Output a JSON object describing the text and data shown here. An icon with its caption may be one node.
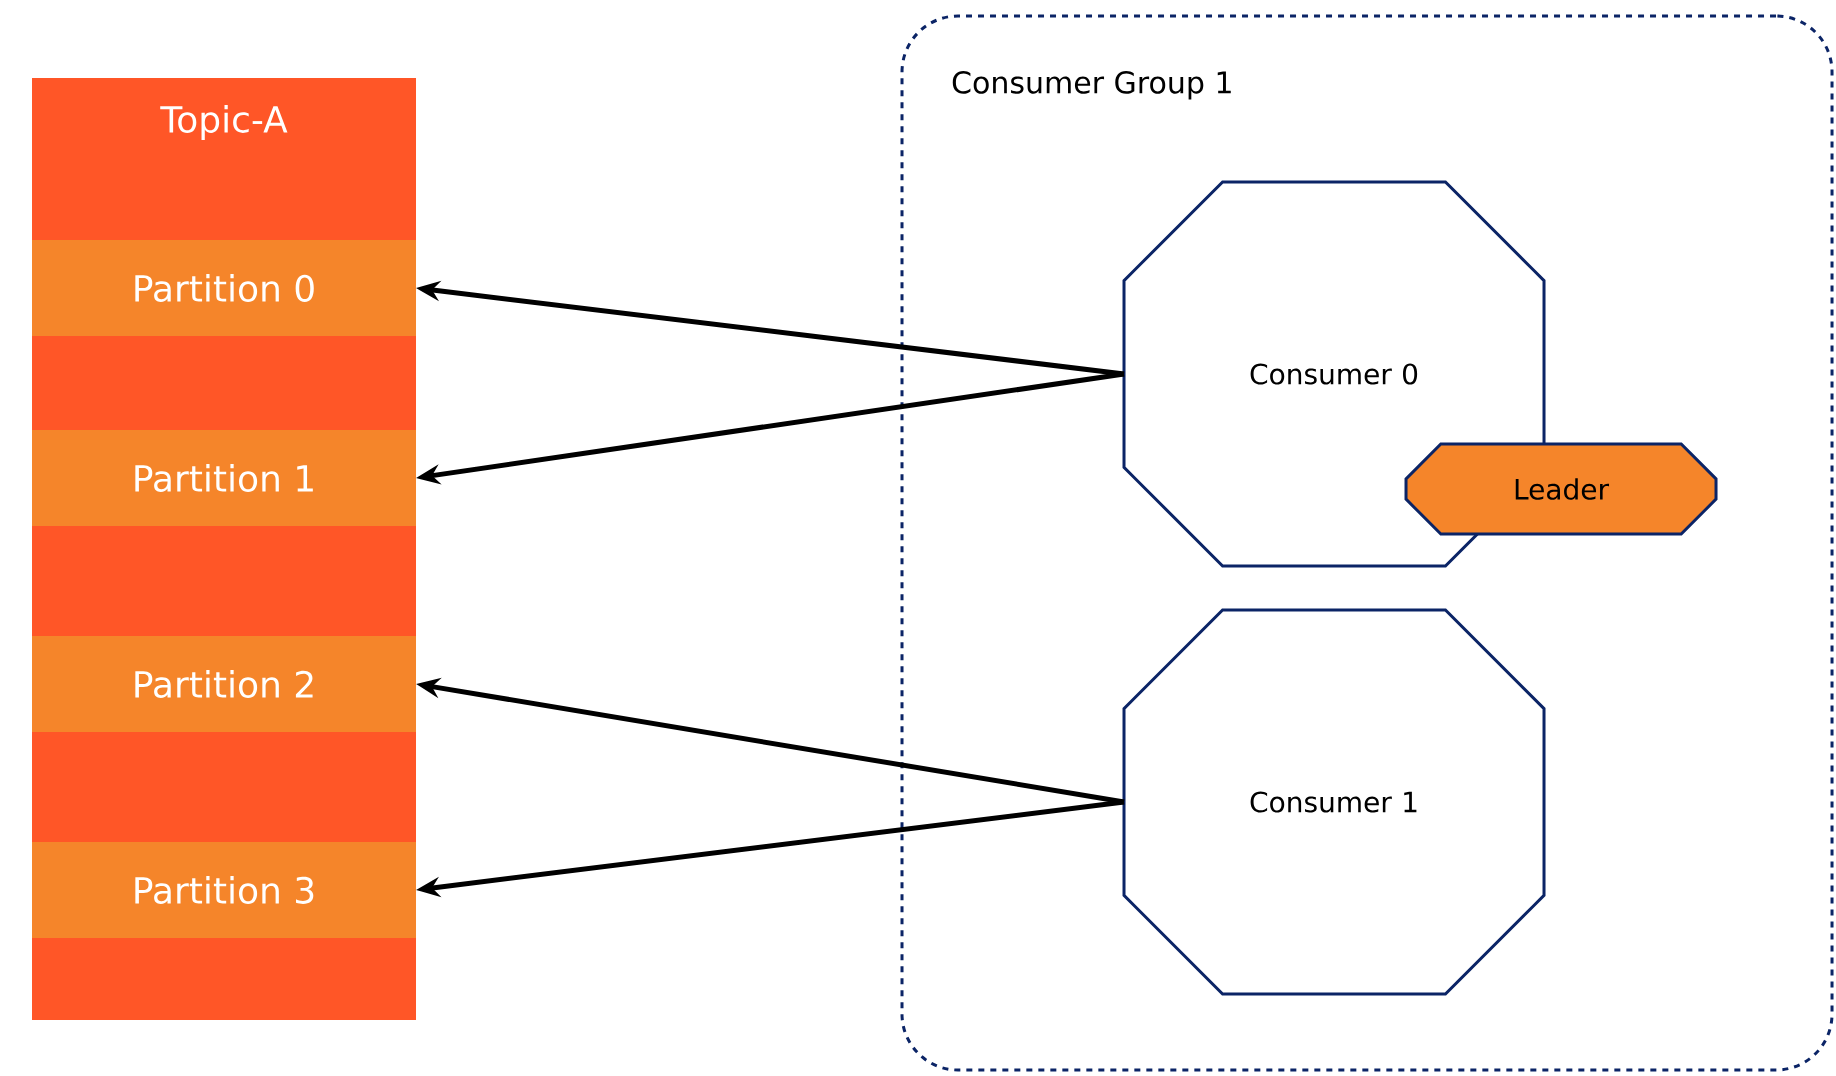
{
  "diagram": {
    "nodes": [
      {
        "text": [
          "Topic-A"
        ]
      },
      {
        "text": [
          "Partition 0"
        ],
        "in": 0
      },
      {
        "text": [
          "Partition 1"
        ],
        "in": 0
      },
      {
        "text": [
          "Partition 2"
        ],
        "in": 0
      },
      {
        "text": [
          "Partition 3"
        ],
        "in": 0
      },
      {
        "text": [
          "Consumer Group 1"
        ]
      },
      {
        "text": [
          "Consumer 0"
        ],
        "in": 5
      },
      {
        "text": [
          "Leader"
        ],
        "in": 5
      },
      {
        "text": [
          "Consumer 1"
        ],
        "in": 5
      }
    ],
    "edges": [
      {
        "from": 6,
        "to": 1,
        "arrow": "to"
      },
      {
        "from": 6,
        "to": 2,
        "arrow": "to"
      },
      {
        "from": 8,
        "to": 3,
        "arrow": "to"
      },
      {
        "from": 8,
        "to": 4,
        "arrow": "to"
      }
    ]
  }
}
